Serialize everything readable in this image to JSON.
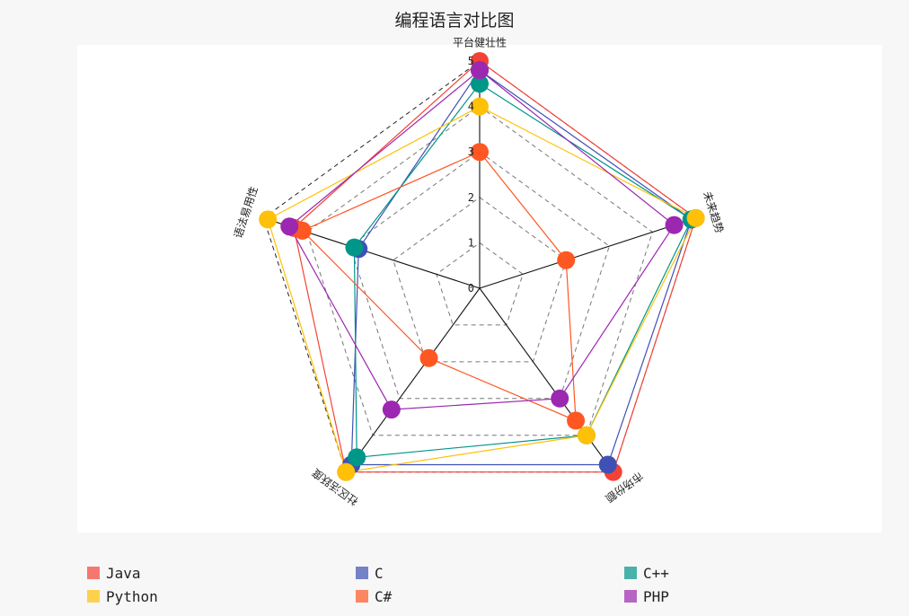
{
  "chart_data": {
    "type": "radar",
    "title": "编程语言对比图",
    "axes": [
      "平台健壮性",
      "未来趋势",
      "市场份额",
      "社区活跃度",
      "语法易用性"
    ],
    "rticks": [
      "0",
      "1",
      "2",
      "3",
      "4",
      "5"
    ],
    "rmax": 5,
    "grid": true,
    "legend_position": "bottom",
    "series": [
      {
        "name": "Java",
        "color": "#f44336",
        "values": [
          5.0,
          5.0,
          5.0,
          5.0,
          4.3
        ]
      },
      {
        "name": "C",
        "color": "#3f51b5",
        "values": [
          4.8,
          4.9,
          4.8,
          4.8,
          2.8
        ]
      },
      {
        "name": "C++",
        "color": "#009688",
        "values": [
          4.5,
          4.9,
          4.0,
          4.6,
          2.9
        ]
      },
      {
        "name": "Python",
        "color": "#ffc107",
        "values": [
          4.0,
          5.0,
          4.0,
          5.0,
          4.9
        ]
      },
      {
        "name": "C#",
        "color": "#ff5722",
        "values": [
          3.0,
          2.0,
          3.6,
          1.9,
          4.1
        ]
      },
      {
        "name": "PHP",
        "color": "#9c27b0",
        "values": [
          4.8,
          4.5,
          3.0,
          3.3,
          4.4
        ]
      }
    ]
  }
}
